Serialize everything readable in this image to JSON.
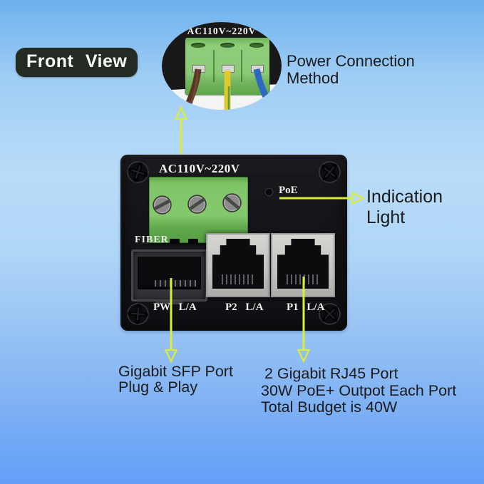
{
  "header": {
    "front_view_label": "Front View"
  },
  "inset": {
    "voltage_label": "AC110V~220V"
  },
  "callouts": {
    "power_method": {
      "line1": "Power Connection",
      "line2": "Method"
    },
    "indication_light": "Indication Light",
    "sfp": {
      "line1": "Gigabit SFP Port",
      "line2": "Plug & Play"
    },
    "rj45": {
      "line1": "2 Gigabit RJ45 Port",
      "line2": "30W PoE+ Outpot Each Port",
      "line3": "Total Budget is 40W"
    }
  },
  "device": {
    "voltage_label": "AC110V~220V",
    "poe_led_label": "PoE",
    "fiber_label": "FIBER",
    "port_labels": {
      "sfp": "PW L/A",
      "p2": "P2 L/A",
      "p1": "P1 L/A"
    }
  },
  "colors": {
    "background_top": "#6db1ee",
    "background_middle": "#b8dcf8",
    "background_bottom": "#639ff7",
    "arrow_yellow_green": "#dbed3c",
    "device_body_black": "#141518",
    "terminal_block_green": "#7fc568",
    "rj45_bezel_silver": "#c7c7c4",
    "annotation_text": "#1b1b1b",
    "wire_brown": "#583626",
    "wire_yellow_green": "#ddca2d",
    "wire_blue": "#2c6ac2"
  }
}
